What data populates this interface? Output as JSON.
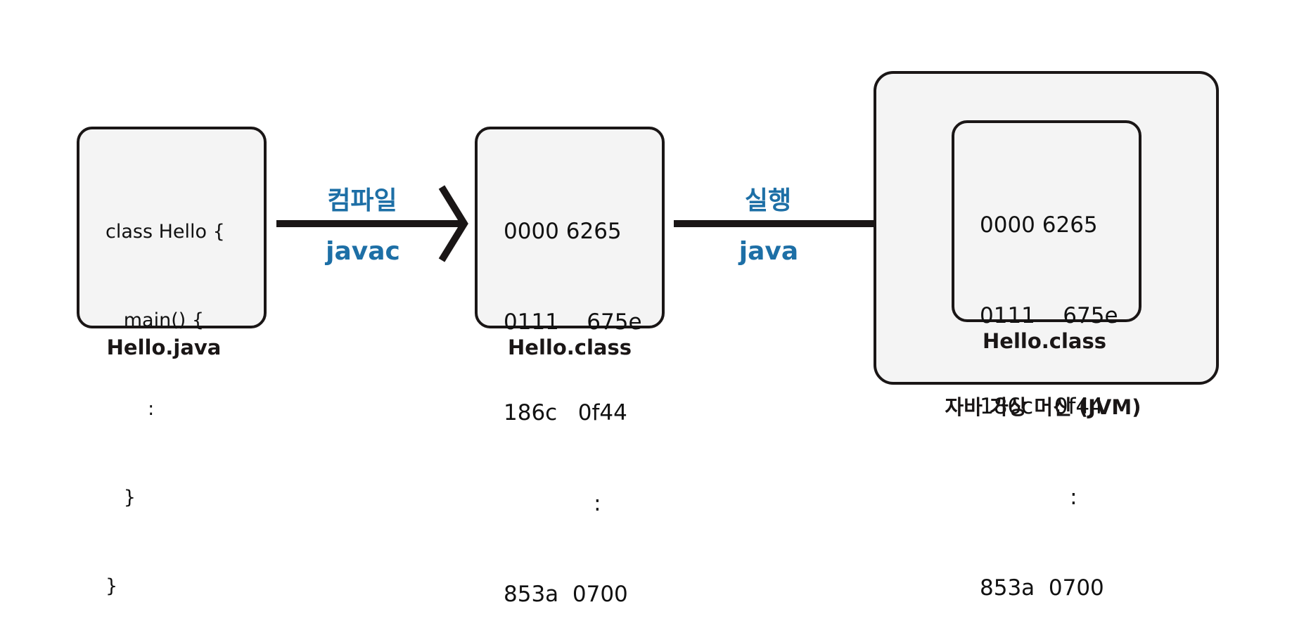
{
  "source": {
    "code_lines": [
      "class Hello {",
      "   main() {",
      "       :",
      "   }",
      "}"
    ],
    "caption": "Hello.java"
  },
  "compile_arrow": {
    "label_ko": "컴파일",
    "label_cmd": "javac"
  },
  "bytecode": {
    "hex_lines": [
      "0000 6265",
      "0111    675e",
      "186c   0f44",
      "             :",
      "853a  0700"
    ],
    "caption": "Hello.class"
  },
  "run_arrow": {
    "label_ko": "실행",
    "label_cmd": "java"
  },
  "jvm": {
    "inner_hex_lines": [
      "0000 6265",
      "0111    675e",
      "186c   0f44",
      "             :",
      "853a  0700"
    ],
    "inner_caption": "Hello.class",
    "caption": "자바 가상 머신 (JVM)"
  },
  "colors": {
    "ink": "#1a1616",
    "accent_blue": "#1d6fa6",
    "box_fill": "#f4f4f4"
  }
}
